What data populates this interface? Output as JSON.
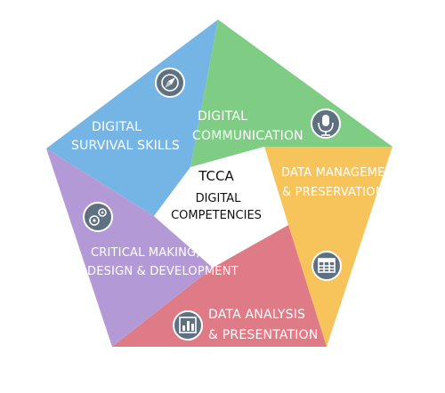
{
  "diagram": {
    "center": {
      "line1": "TCCA",
      "line2": "DIGITAL",
      "line3": "COMPETENCIES"
    },
    "segments": [
      {
        "id": "survival",
        "line1": "DIGITAL",
        "line2": "SURVIVAL SKILLS",
        "color": "#75b5e6",
        "icon": "compass-icon"
      },
      {
        "id": "communication",
        "line1": "DIGITAL",
        "line2": "COMMUNICATION",
        "color": "#7fcc84",
        "icon": "microphone-icon"
      },
      {
        "id": "data-management",
        "line1": "DATA MANAGEMENT",
        "line2": "& PRESERVATION",
        "color": "#f7c45c",
        "icon": "spreadsheet-icon"
      },
      {
        "id": "data-analysis",
        "line1": "DATA ANALYSIS",
        "line2": "& PRESENTATION",
        "color": "#df7b86",
        "icon": "bar-chart-icon"
      },
      {
        "id": "critical-making",
        "line1": "CRITICAL MAKING,",
        "line2": "DESIGN & DEVELOPMENT",
        "color": "#b39ad6",
        "icon": "gears-icon"
      }
    ]
  }
}
